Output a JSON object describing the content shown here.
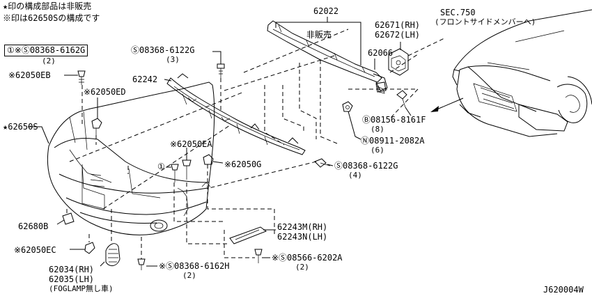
{
  "notes": {
    "line1": "★印の構成部品は非販売",
    "line2": "※印は62650Sの構成です"
  },
  "callouts": {
    "p08368_6162G": "①※Ⓢ08368-6162G",
    "p08368_6162G_qty": "(2)",
    "p08368_6122G_top": "Ⓢ08368-6122G",
    "p08368_6122G_top_qty": "(3)",
    "p62050EB": "※62050EB",
    "p62050ED": "※62050ED",
    "p62650S": "★62650S",
    "p62242": "62242",
    "p62022": "62022",
    "p_hihanbai": "非販売",
    "p62066": "62066",
    "p62671": "62671(RH)",
    "p62672": "62672(LH)",
    "sec750": "SEC.750",
    "sec750_sub": "(フロントサイドメンバーへ)",
    "p08156": "Ⓑ08156-8161F",
    "p08156_qty": "(8)",
    "p08911": "Ⓝ08911-2082A",
    "p08911_qty": "(6)",
    "p62050EA": "※62050EA",
    "p62050G": "※62050G",
    "p08368_6122G_bot": "Ⓢ08368-6122G",
    "p08368_6122G_bot_qty": "(4)",
    "p62680B": "62680B",
    "p62243M": "62243M(RH)",
    "p62243N": "62243N(LH)",
    "p62050EC": "※62050EC",
    "p62034": "62034(RH)",
    "p62035": "62035(LH)",
    "fog_note": "(FOGLAMP無し車)",
    "p08368_6162H": "※Ⓢ08368-6162H",
    "p08368_6162H_qty": "(2)",
    "p08566": "※Ⓢ08566-6202A",
    "p08566_qty": "(2)",
    "marker_1": "①",
    "diagram_code": "J620004W"
  }
}
